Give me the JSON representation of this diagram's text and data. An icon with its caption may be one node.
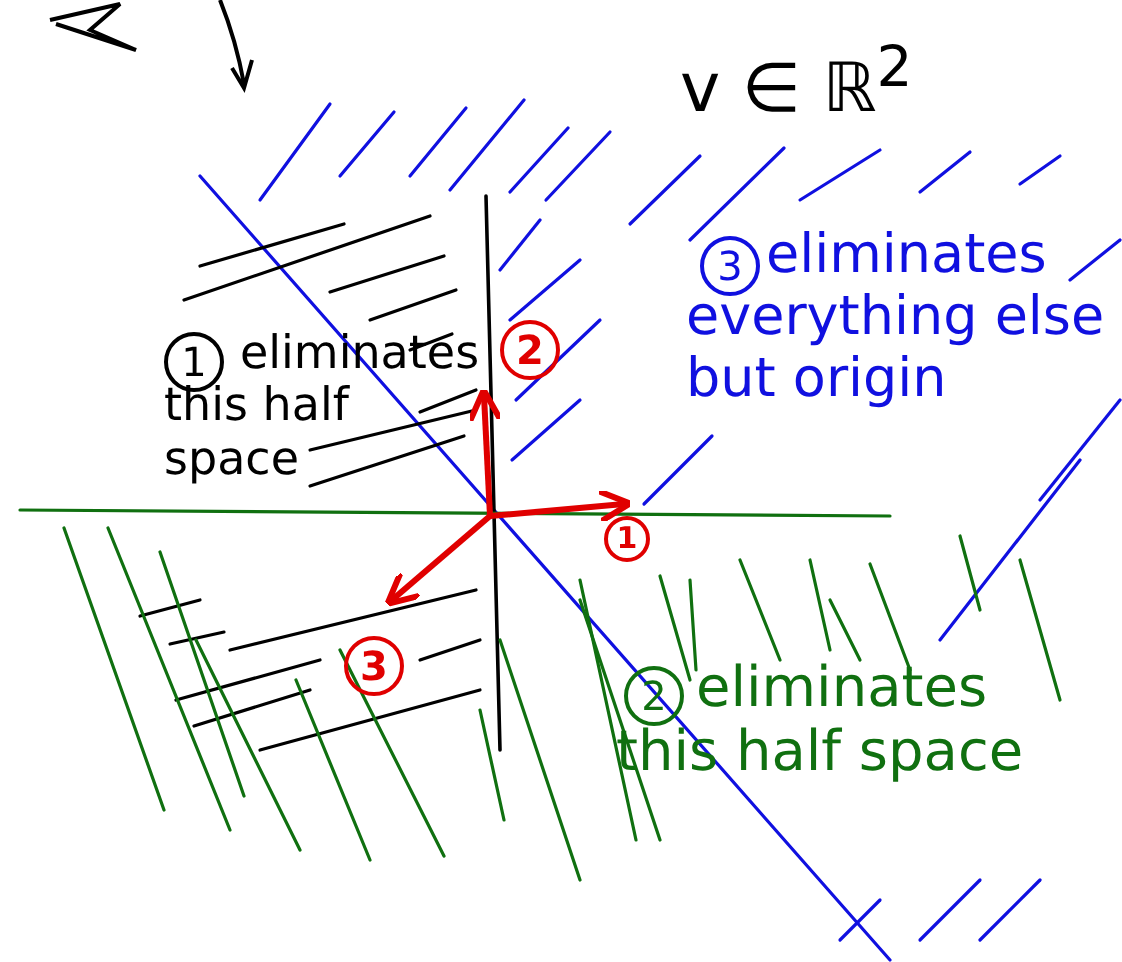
{
  "diagram": {
    "labels": [
      "v ∈ ℝ$^{2}$",
      "3",
      "eliminates everything else but origin",
      "1",
      "eliminates this half space",
      "2",
      "1",
      "3",
      "2",
      "eliminates this half space"
    ]
  }
}
